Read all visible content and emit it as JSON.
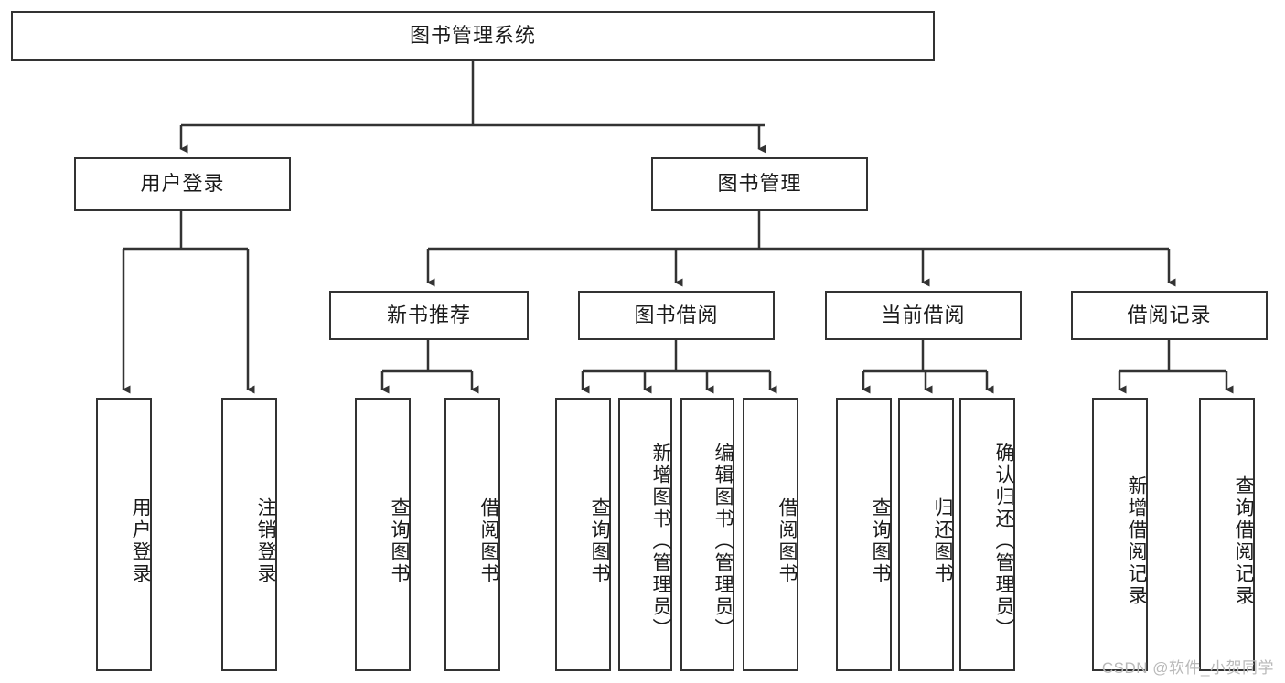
{
  "diagram": {
    "type": "tree",
    "title": "图书管理系统",
    "watermark": "CSDN @软件_小贺同学",
    "colors": {
      "stroke": "#333333",
      "fill": "#ffffff",
      "text": "#1b1b1b",
      "watermark": "#b9b9b9"
    },
    "root": {
      "label": "图书管理系统"
    },
    "level2": [
      {
        "label": "用户登录"
      },
      {
        "label": "图书管理"
      }
    ],
    "level3": [
      {
        "label": "新书推荐"
      },
      {
        "label": "图书借阅"
      },
      {
        "label": "当前借阅"
      },
      {
        "label": "借阅记录"
      }
    ],
    "leaves": {
      "user_login": [
        {
          "label": "用户登录"
        },
        {
          "label": "注销登录"
        }
      ],
      "new_book_recommend": [
        {
          "label": "查询图书"
        },
        {
          "label": "借阅图书"
        }
      ],
      "book_borrow": [
        {
          "label": "查询图书"
        },
        {
          "label": "新增图书（管理员）"
        },
        {
          "label": "编辑图书（管理员）"
        },
        {
          "label": "借阅图书"
        }
      ],
      "current_borrow": [
        {
          "label": "查询图书"
        },
        {
          "label": "归还图书"
        },
        {
          "label": "确认归还（管理员）"
        }
      ],
      "borrow_record": [
        {
          "label": "新增借阅记录"
        },
        {
          "label": "查询借阅记录"
        }
      ]
    }
  }
}
